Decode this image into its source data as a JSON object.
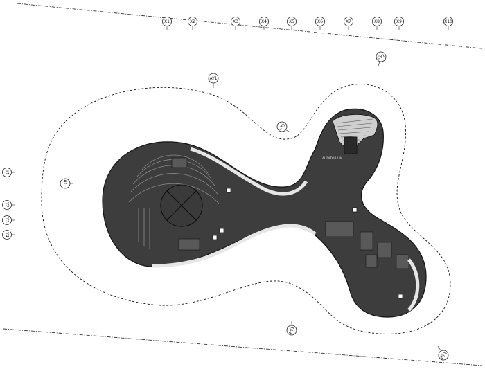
{
  "plan": {
    "top_axis_labels": [
      "X1",
      "X2",
      "X3",
      "X4",
      "X5",
      "X6",
      "X7",
      "X8",
      "X9",
      "X10"
    ],
    "left_axis_labels": [
      "Y1",
      "Y2",
      "Y3",
      "Y4"
    ],
    "interior_labels": [
      "AY1",
      "AY1",
      "CY1",
      "CY1",
      "BY1",
      "BY1"
    ],
    "room_label": "AUDITORIUM",
    "colors": {
      "slab": "#3d3d3d",
      "line": "#111111",
      "paper": "#ffffff"
    }
  }
}
